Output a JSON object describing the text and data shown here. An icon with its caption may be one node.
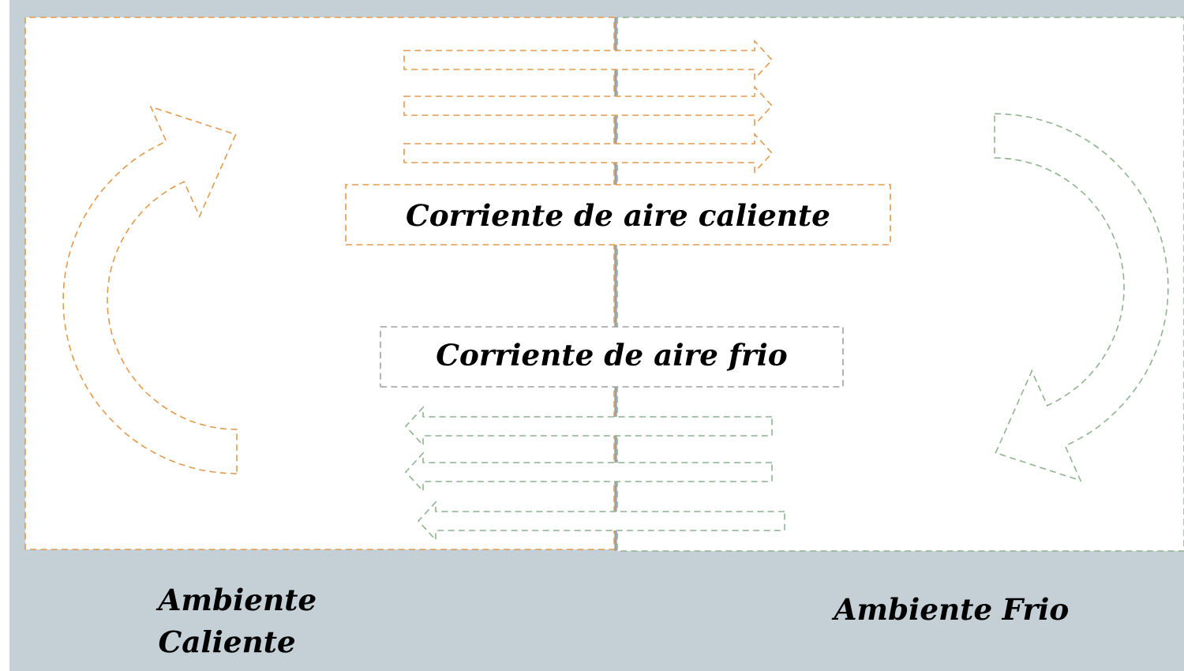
{
  "diagram": {
    "nodes": [
      {
        "text": [
          "Corriente de aire caliente"
        ]
      },
      {
        "text": [
          "Corriente de aire frio"
        ]
      }
    ],
    "labels": [
      "Ambiente Caliente",
      "Ambiente Frio"
    ]
  }
}
